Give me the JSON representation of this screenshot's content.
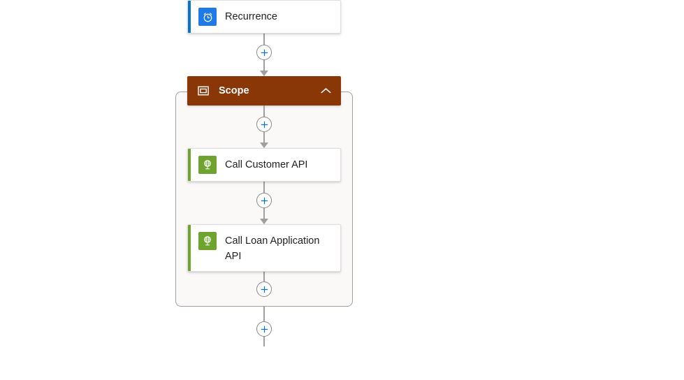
{
  "canvas": {
    "background": "#ffffff",
    "accent_blue": "#0b72d4",
    "scope_color": "#8a3708",
    "http_green": "#6fa32f",
    "connector_gray": "#a19f9d"
  },
  "flow": {
    "trigger": {
      "title": "Recurrence",
      "icon": "alarm-clock-icon",
      "accent": "#0b72d4",
      "icon_background": "#1e7ae8"
    },
    "scope": {
      "title": "Scope",
      "icon": "scope-window-icon",
      "collapse_icon": "chevron-up-icon",
      "header_background": "#8a3708",
      "actions": [
        {
          "title": "Call Customer API",
          "icon": "globe-http-icon",
          "accent": "#6fa32f",
          "icon_background": "#6fa32f"
        },
        {
          "title": "Call Loan Application API",
          "icon": "globe-http-icon",
          "accent": "#6fa32f",
          "icon_background": "#6fa32f"
        }
      ]
    },
    "add_buttons": [
      {
        "label": "+",
        "position": "after-trigger"
      },
      {
        "label": "+",
        "position": "scope-top"
      },
      {
        "label": "+",
        "position": "between-actions"
      },
      {
        "label": "+",
        "position": "scope-bottom"
      },
      {
        "label": "+",
        "position": "after-scope"
      }
    ]
  }
}
